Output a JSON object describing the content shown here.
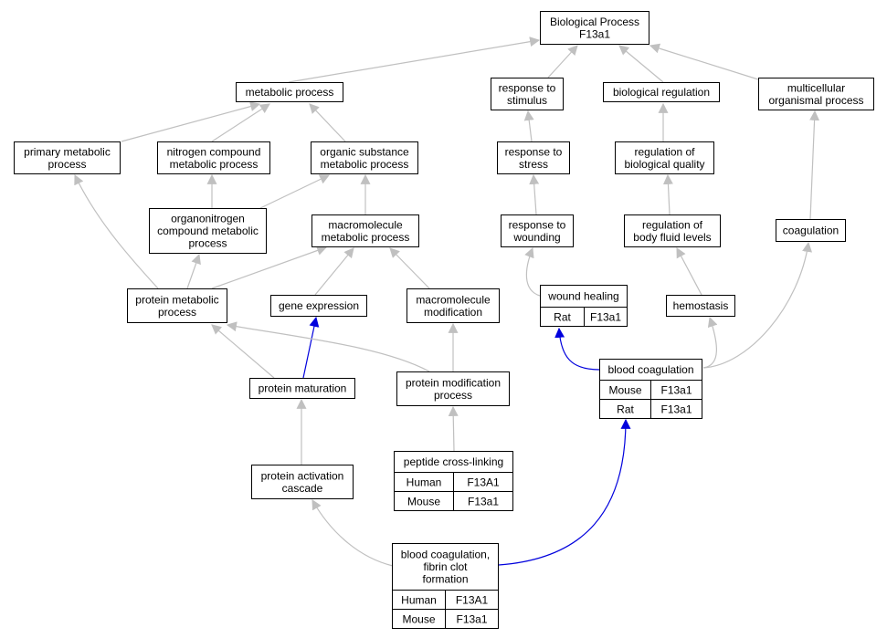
{
  "colors": {
    "edge_default": "#c0c0c0",
    "edge_highlight": "#0000dd",
    "human": "#ff6347",
    "mouse": "#add8e6",
    "rat": "#ffd700"
  },
  "nodes": [
    {
      "id": "bp",
      "lines": [
        "Biological Process",
        "F13a1"
      ]
    },
    {
      "id": "metabolic",
      "lines": [
        "metabolic process"
      ]
    },
    {
      "id": "resp_stim",
      "lines": [
        "response to",
        "stimulus"
      ]
    },
    {
      "id": "bioreg",
      "lines": [
        "biological regulation"
      ]
    },
    {
      "id": "multicell",
      "lines": [
        "multicellular",
        "organismal process"
      ]
    },
    {
      "id": "primary",
      "lines": [
        "primary metabolic",
        "process"
      ]
    },
    {
      "id": "nitrogen",
      "lines": [
        "nitrogen compound",
        "metabolic process"
      ]
    },
    {
      "id": "organic",
      "lines": [
        "organic substance",
        "metabolic process"
      ]
    },
    {
      "id": "resp_stress",
      "lines": [
        "response to",
        "stress"
      ]
    },
    {
      "id": "regqual",
      "lines": [
        "regulation of",
        "biological quality"
      ]
    },
    {
      "id": "organonitrogen",
      "lines": [
        "organonitrogen",
        "compound metabolic",
        "process"
      ]
    },
    {
      "id": "macromol",
      "lines": [
        "macromolecule",
        "metabolic process"
      ]
    },
    {
      "id": "resp_wound",
      "lines": [
        "response to",
        "wounding"
      ]
    },
    {
      "id": "regbody",
      "lines": [
        "regulation of",
        "body fluid levels"
      ]
    },
    {
      "id": "coag",
      "lines": [
        "coagulation"
      ]
    },
    {
      "id": "protmeta",
      "lines": [
        "protein metabolic",
        "process"
      ]
    },
    {
      "id": "geneexp",
      "lines": [
        "gene expression"
      ]
    },
    {
      "id": "macromod",
      "lines": [
        "macromolecule",
        "modification"
      ]
    },
    {
      "id": "hemostasis",
      "lines": [
        "hemostasis"
      ]
    },
    {
      "id": "protmat",
      "lines": [
        "protein maturation"
      ]
    },
    {
      "id": "protmod",
      "lines": [
        "protein modification",
        "process"
      ]
    },
    {
      "id": "protact",
      "lines": [
        "protein activation",
        "cascade"
      ]
    },
    {
      "id": "wound",
      "lines": [
        "wound healing"
      ],
      "rows": [
        {
          "species": "Rat",
          "gene": "F13a1"
        }
      ]
    },
    {
      "id": "bloodcoag",
      "lines": [
        "blood coagulation"
      ],
      "rows": [
        {
          "species": "Mouse",
          "gene": "F13a1"
        },
        {
          "species": "Rat",
          "gene": "F13a1"
        }
      ]
    },
    {
      "id": "peptide",
      "lines": [
        "peptide cross-linking"
      ],
      "rows": [
        {
          "species": "Human",
          "gene": "F13A1"
        },
        {
          "species": "Mouse",
          "gene": "F13a1"
        }
      ]
    },
    {
      "id": "fibrin",
      "lines": [
        "blood coagulation,",
        "fibrin clot",
        "formation"
      ],
      "rows": [
        {
          "species": "Human",
          "gene": "F13A1"
        },
        {
          "species": "Mouse",
          "gene": "F13a1"
        }
      ]
    }
  ],
  "edges": [
    {
      "from": "metabolic",
      "to": "bp"
    },
    {
      "from": "resp_stim",
      "to": "bp"
    },
    {
      "from": "bioreg",
      "to": "bp"
    },
    {
      "from": "multicell",
      "to": "bp"
    },
    {
      "from": "primary",
      "to": "metabolic"
    },
    {
      "from": "nitrogen",
      "to": "metabolic"
    },
    {
      "from": "organic",
      "to": "metabolic"
    },
    {
      "from": "resp_stress",
      "to": "resp_stim"
    },
    {
      "from": "regqual",
      "to": "bioreg"
    },
    {
      "from": "organonitrogen",
      "to": "nitrogen"
    },
    {
      "from": "organonitrogen",
      "to": "organic"
    },
    {
      "from": "macromol",
      "to": "organic"
    },
    {
      "from": "resp_wound",
      "to": "resp_stress"
    },
    {
      "from": "regbody",
      "to": "regqual"
    },
    {
      "from": "coag",
      "to": "multicell"
    },
    {
      "from": "protmeta",
      "to": "primary"
    },
    {
      "from": "protmeta",
      "to": "organonitrogen"
    },
    {
      "from": "protmeta",
      "to": "macromol"
    },
    {
      "from": "geneexp",
      "to": "macromol"
    },
    {
      "from": "macromod",
      "to": "macromol"
    },
    {
      "from": "wound",
      "to": "resp_wound"
    },
    {
      "from": "hemostasis",
      "to": "regbody"
    },
    {
      "from": "protmat",
      "to": "protmeta"
    },
    {
      "from": "protmat",
      "to": "geneexp",
      "highlight": true
    },
    {
      "from": "protmod",
      "to": "protmeta"
    },
    {
      "from": "protmod",
      "to": "macromod"
    },
    {
      "from": "bloodcoag",
      "to": "wound",
      "highlight": true
    },
    {
      "from": "bloodcoag",
      "to": "hemostasis"
    },
    {
      "from": "bloodcoag",
      "to": "coag"
    },
    {
      "from": "protact",
      "to": "protmat"
    },
    {
      "from": "peptide",
      "to": "protmod"
    },
    {
      "from": "fibrin",
      "to": "protact"
    },
    {
      "from": "fibrin",
      "to": "bloodcoag",
      "highlight": true
    }
  ]
}
